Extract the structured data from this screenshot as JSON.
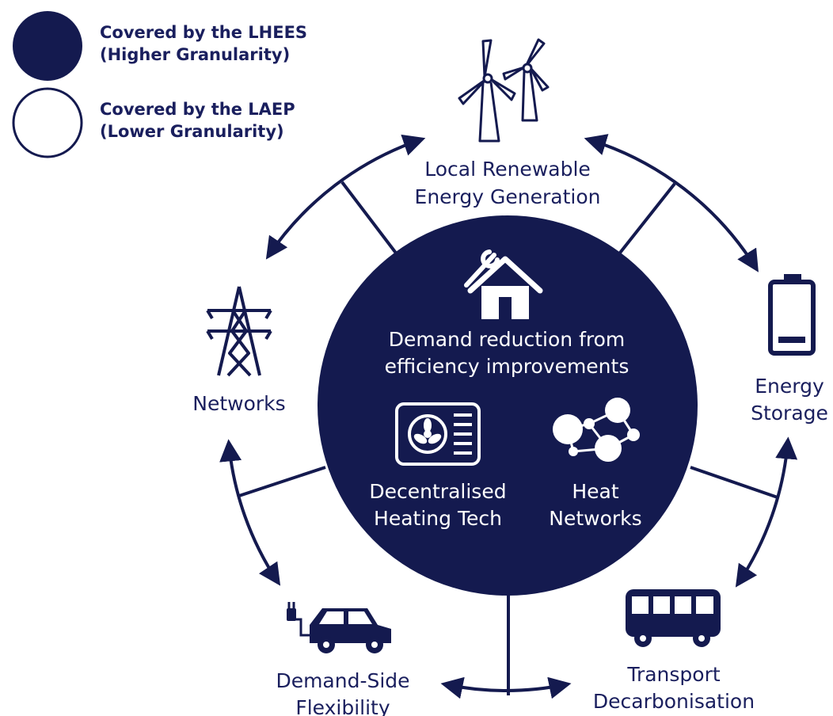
{
  "colors": {
    "navy": "#141a4f",
    "text": "#1a1f5e",
    "white": "#ffffff"
  },
  "legend": [
    {
      "line1": "Covered by the LHEES",
      "line2": "(Higher Granularity)",
      "swatch": "filled"
    },
    {
      "line1": "Covered by the LAEP",
      "line2": "(Lower Granularity)",
      "swatch": "outline"
    }
  ],
  "outer": {
    "renewables": {
      "line1": "Local Renewable",
      "line2": "Energy Generation",
      "icon": "wind-turbines-icon"
    },
    "storage": {
      "line1": "Energy",
      "line2": "Storage",
      "icon": "battery-icon"
    },
    "transport": {
      "line1": "Transport",
      "line2": "Decarbonisation",
      "icon": "bus-icon"
    },
    "flexibility": {
      "line1": "Demand-Side",
      "line2": "Flexibility",
      "icon": "electric-car-icon"
    },
    "networks": {
      "line1": "Networks",
      "icon": "pylon-icon"
    }
  },
  "inner": {
    "efficiency": {
      "line1": "Demand reduction from",
      "line2": "efficiency improvements",
      "icon": "house-tools-icon"
    },
    "heating": {
      "line1": "Decentralised",
      "line2": "Heating Tech",
      "icon": "heat-pump-icon"
    },
    "heatnet": {
      "line1": "Heat",
      "line2": "Networks",
      "icon": "heat-network-icon"
    }
  }
}
